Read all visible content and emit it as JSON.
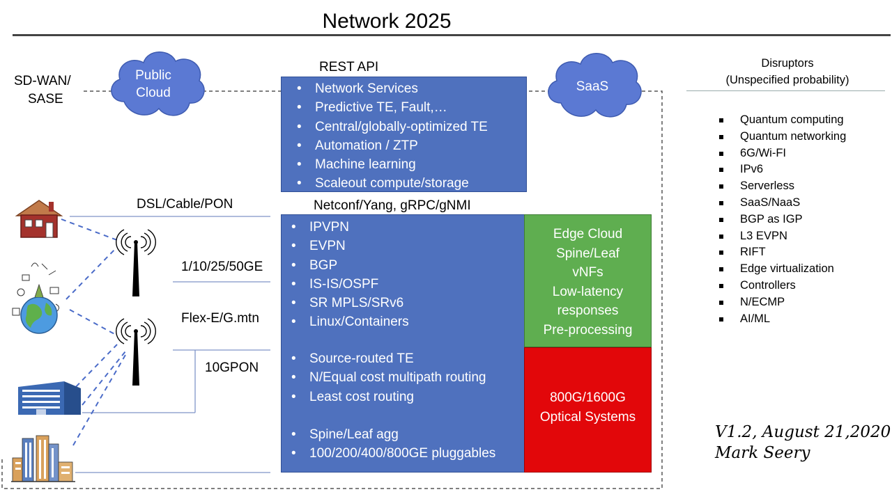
{
  "title": "Network 2025",
  "sdwan_label": [
    "SD-WAN/",
    "SASE"
  ],
  "clouds": {
    "public_cloud": [
      "Public",
      "Cloud"
    ],
    "saas": "SaaS"
  },
  "top_box": {
    "header": "REST API",
    "items": [
      "Network Services",
      "Predictive TE, Fault,…",
      "Central/globally-optimized TE",
      "Automation / ZTP",
      "Machine learning",
      "Scaleout compute/storage"
    ]
  },
  "main_box": {
    "header": "Netconf/Yang, gRPC/gNMI",
    "group1": [
      "IPVPN",
      "EVPN",
      "BGP",
      "IS-IS/OSPF",
      "SR MPLS/SRv6",
      "Linux/Containers"
    ],
    "group2": [
      "Source-routed TE",
      "N/Equal cost multipath routing",
      "Least cost routing"
    ],
    "group3": [
      "Spine/Leaf agg",
      "100/200/400/800GE pluggables"
    ]
  },
  "edge_box": [
    "Edge Cloud",
    "Spine/Leaf",
    "vNFs",
    "Low-latency",
    "responses",
    "Pre-processing"
  ],
  "optical_box": [
    "800G/1600G",
    "Optical Systems"
  ],
  "access_labels": {
    "dsl": "DSL/Cable/PON",
    "ge": "1/10/25/50GE",
    "flex": "Flex-E/G.mtn",
    "gpon": "10GPON"
  },
  "disruptors": {
    "header": [
      "Disruptors",
      "(Unspecified probability)"
    ],
    "items": [
      "Quantum computing",
      "Quantum networking",
      "6G/Wi-FI",
      "IPv6",
      "Serverless",
      "SaaS/NaaS",
      "BGP as IGP",
      "L3 EVPN",
      "RIFT",
      "Edge virtualization",
      "Controllers",
      "N/ECMP",
      "AI/ML"
    ]
  },
  "signature": [
    "V1.2, August 21,2020",
    "Mark Seery"
  ],
  "colors": {
    "blue_box": "#4f71be",
    "green_box": "#5fae50",
    "red_box": "#e2070a",
    "cloud": "#5b79d3"
  },
  "icons": [
    "house-icon",
    "globe-icon",
    "office-building-icon",
    "city-skyline-icon",
    "cell-tower-icon"
  ]
}
